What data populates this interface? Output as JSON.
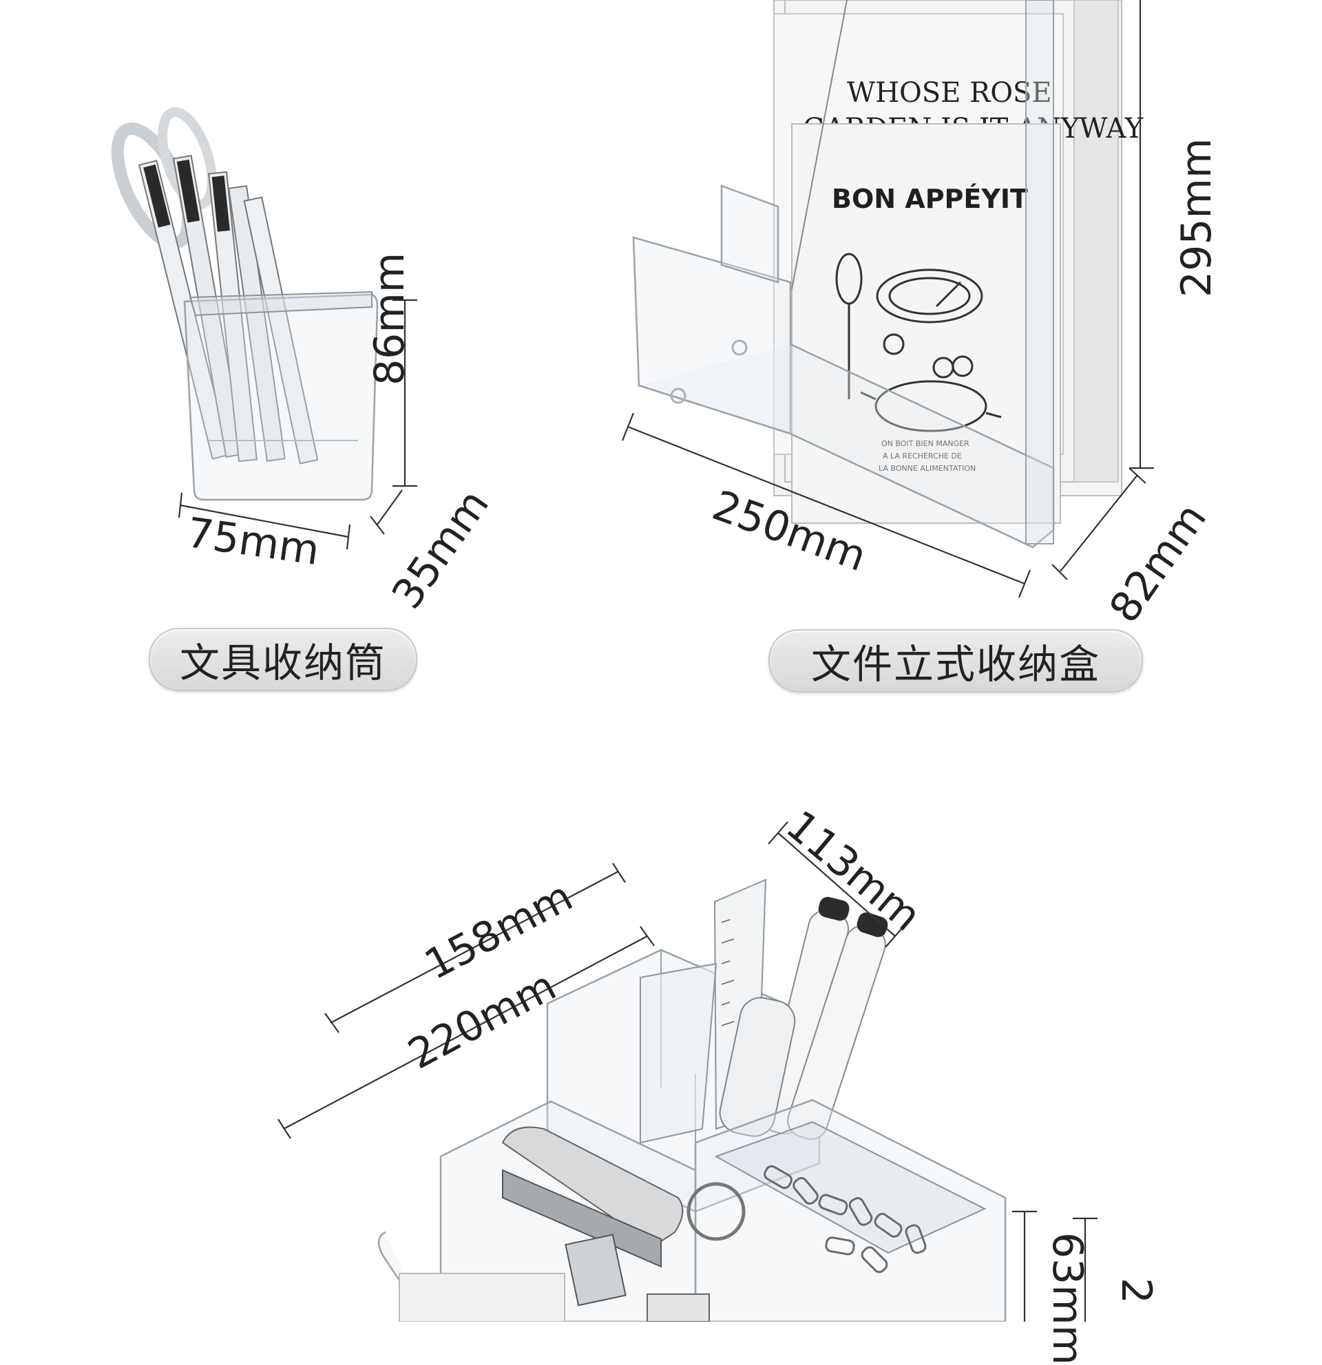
{
  "products": [
    {
      "label": "文具收纳筒",
      "dimensions": {
        "width": "75mm",
        "height": "86mm",
        "depth": "35mm"
      }
    },
    {
      "label": "文件立式收纳盒",
      "dimensions": {
        "width": "250mm",
        "height": "295mm",
        "depth": "82mm"
      },
      "book_covers": {
        "back_title_line1": "WHOSE ROSE",
        "back_title_line2": "GARDEN IS IT ANYWAY",
        "front_title": "BON APPÉYIT",
        "front_caption_line1": "ON BOIT BIEN MANGER",
        "front_caption_line2": "A LA RECHERCHE DE",
        "front_caption_line3": "LA BONNE ALIMENTATION"
      }
    },
    {
      "dimensions": {
        "top_width": "158mm",
        "bottom_width": "220mm",
        "depth": "113mm",
        "height_upper": "63mm",
        "height_lower": "2"
      }
    }
  ]
}
